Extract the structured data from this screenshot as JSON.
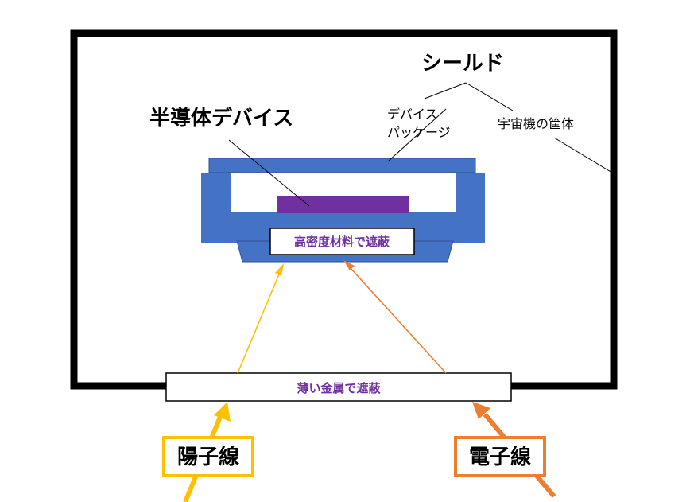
{
  "labels": {
    "shield": "シールド",
    "semiconductor_device": "半導体デバイス",
    "device_package_line1": "デバイス",
    "device_package_line2": "パッケージ",
    "spacecraft_housing": "宇宙機の筐体",
    "high_density_shield": "高密度材料で遮蔽",
    "thin_metal_shield": "薄い金属で遮蔽",
    "proton_beam": "陽子線",
    "electron_beam": "電子線"
  },
  "colors": {
    "housing": "#000000",
    "package": "#4472c4",
    "package_stroke": "#2f528f",
    "chip": "#7030a0",
    "shield_text": "#7030a0",
    "proton": "#ffc000",
    "electron": "#ed7d31"
  }
}
